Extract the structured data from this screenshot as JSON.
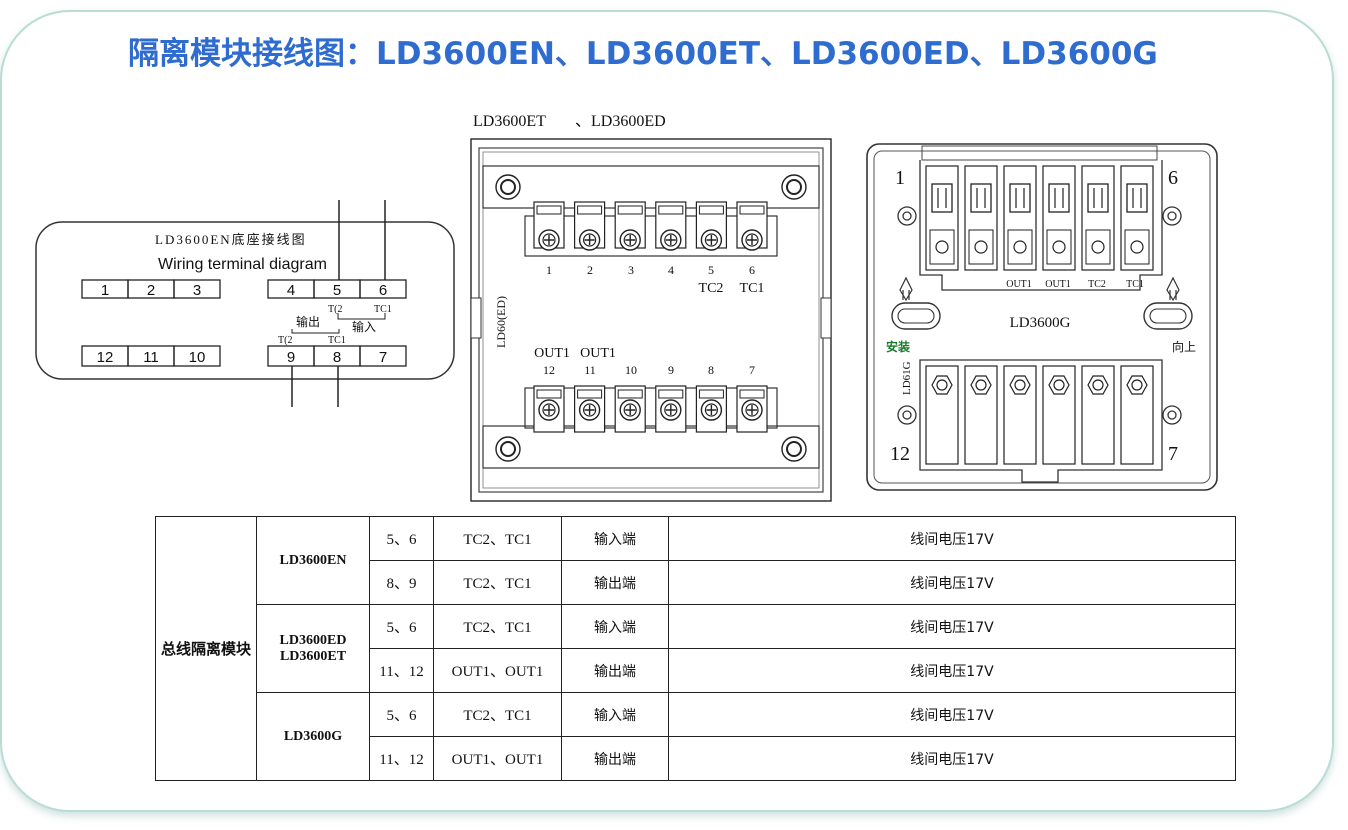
{
  "title": "隔离模块接线图：LD3600EN、LD3600ET、LD3600ED、LD3600G",
  "colors": {
    "title": "#2f6ccf",
    "frame_border": "#b9dcd4",
    "install_text": "#1a7a2a"
  },
  "en_diagram": {
    "heading": "LD3600EN底座接线图",
    "subheading": "Wiring terminal diagram",
    "top_terminals": [
      "1",
      "2",
      "3",
      "4",
      "5",
      "6"
    ],
    "bottom_terminals": [
      "12",
      "11",
      "10",
      "9",
      "8",
      "7"
    ],
    "label_tc2_top": "T(2",
    "label_tc1_top": "TC1",
    "label_output": "输出",
    "label_input": "输入",
    "label_tc2_bottom": "T(2",
    "label_tc1_bottom": "TC1"
  },
  "et_diagram": {
    "caption_left": "LD3600ET",
    "caption_right": "、LD3600ED",
    "side_label": "LD60(ED)",
    "top_numbers": [
      "1",
      "2",
      "3",
      "4",
      "5",
      "6"
    ],
    "top_tc2": "TC2",
    "top_tc1": "TC1",
    "bottom_numbers": [
      "12",
      "11",
      "10",
      "9",
      "8",
      "7"
    ],
    "out1_a": "OUT1",
    "out1_b": "OUT1"
  },
  "g_diagram": {
    "corner_tl": "1",
    "corner_tr": "6",
    "corner_bl": "12",
    "corner_br": "7",
    "terminal_labels": [
      "OUT1",
      "OUT1",
      "TC2",
      "TC1"
    ],
    "model": "LD3600G",
    "install": "安装",
    "up": "向上",
    "side_label": "LD61G"
  },
  "table": {
    "group": "总线隔离模块",
    "rows": [
      {
        "model": "LD3600EN",
        "terminals": "5、6",
        "signals": "TC2、TC1",
        "role": "输入端",
        "note": "线间电压17V"
      },
      {
        "model": "",
        "terminals": "8、9",
        "signals": "TC2、TC1",
        "role": "输出端",
        "note": "线间电压17V"
      },
      {
        "model": "LD3600ED\nLD3600ET",
        "terminals": "5、6",
        "signals": "TC2、TC1",
        "role": "输入端",
        "note": "线间电压17V"
      },
      {
        "model": "",
        "terminals": "11、12",
        "signals": "OUT1、OUT1",
        "role": "输出端",
        "note": "线间电压17V"
      },
      {
        "model": "LD3600G",
        "terminals": "5、6",
        "signals": "TC2、TC1",
        "role": "输入端",
        "note": "线间电压17V"
      },
      {
        "model": "",
        "terminals": "11、12",
        "signals": "OUT1、OUT1",
        "role": "输出端",
        "note": "线间电压17V"
      }
    ],
    "model_ed": "LD3600ED",
    "model_et": "LD3600ET"
  }
}
